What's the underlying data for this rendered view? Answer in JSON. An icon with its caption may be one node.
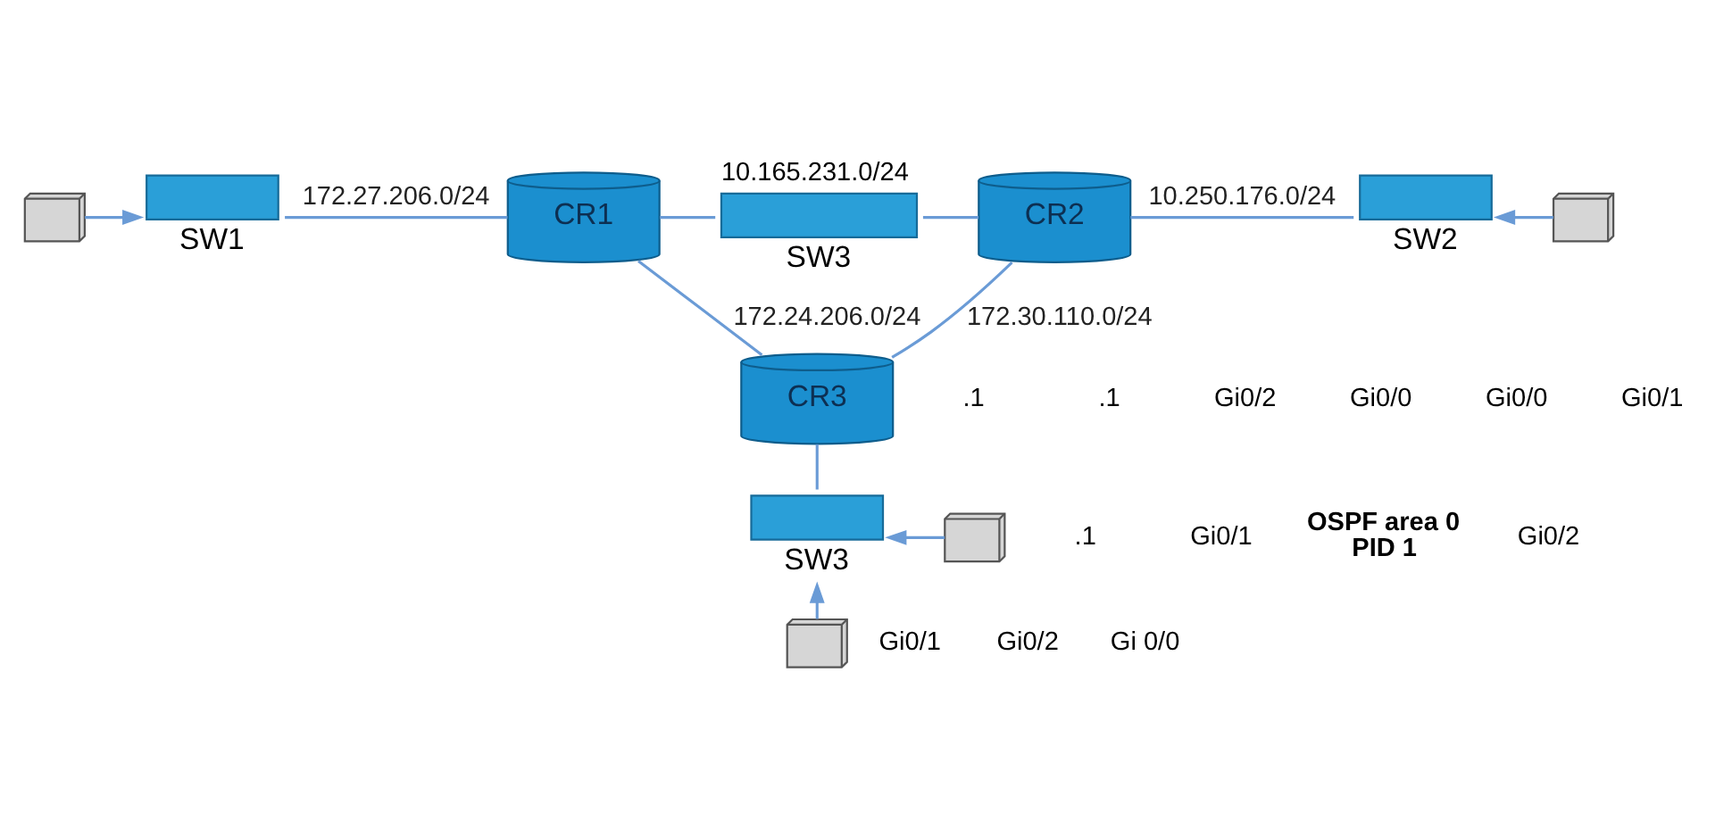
{
  "diagram": {
    "nodes": [
      {
        "text": [],
        "shape": "picture"
      },
      {
        "text": [
          "SW1"
        ]
      },
      {
        "text": [
          "CR1"
        ]
      },
      {
        "text": [
          "SW3"
        ],
        "beside": [
          "10.165.231.0/24"
        ]
      },
      {
        "text": [
          "CR2"
        ]
      },
      {
        "text": [
          "SW2"
        ]
      },
      {
        "text": [],
        "shape": "picture"
      },
      {
        "text": [
          "CR3"
        ]
      },
      {
        "text": [
          "SW3"
        ]
      },
      {
        "text": [],
        "shape": "picture"
      },
      {
        "text": [],
        "shape": "picture"
      }
    ],
    "edges": [
      {
        "from": 0,
        "to": 1,
        "arrow": "to"
      },
      {
        "from": 1,
        "to": 2,
        "arrow": "none",
        "label": "172.27.206.0/24"
      },
      {
        "from": 2,
        "to": 3,
        "arrow": "none"
      },
      {
        "from": 3,
        "to": 4,
        "arrow": "none"
      },
      {
        "from": 4,
        "to": 5,
        "arrow": "none",
        "label": "10.250.176.0/24"
      },
      {
        "from": 6,
        "to": 5,
        "arrow": "to"
      },
      {
        "from": 2,
        "to": 7,
        "arrow": "none",
        "label": "172.24.206.0/24"
      },
      {
        "from": 4,
        "to": 7,
        "arrow": "none",
        "label": "172.30.110.0/24"
      },
      {
        "from": 7,
        "to": 8,
        "arrow": "none"
      },
      {
        "from": 9,
        "to": 8,
        "arrow": "to"
      },
      {
        "from": 10,
        "to": 8,
        "arrow": "to"
      }
    ],
    "labels": [
      ".1",
      ".1",
      "Gi0/2",
      "Gi0/0",
      "Gi0/0",
      "Gi0/1",
      ".1",
      "Gi0/1",
      "OSPF area 0 PID 1",
      "Gi0/2",
      "Gi0/1",
      "Gi0/2",
      "Gi 0/0"
    ]
  }
}
